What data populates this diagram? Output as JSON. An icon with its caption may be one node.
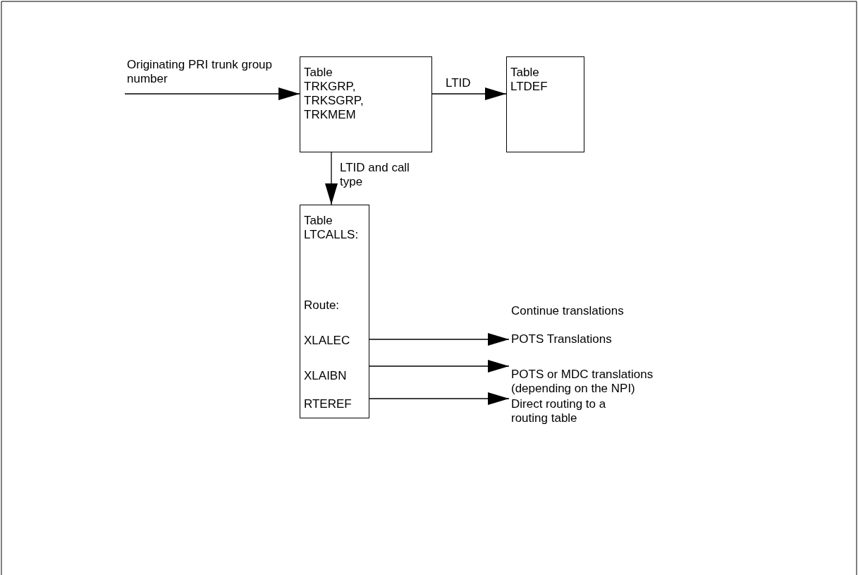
{
  "diagram": {
    "nodes": [
      {
        "text": [
          "Table TRKGRP, TRKSGRP, TRKMEM"
        ]
      },
      {
        "text": [
          "Table LTDEF"
        ]
      },
      {
        "text": [
          "Table LTCALLS:",
          "Route:",
          "XLALEC",
          "XLAIBN",
          "RTEREF"
        ]
      },
      {
        "text": [
          "POTS Translations"
        ]
      },
      {
        "text": [
          "POTS or MDC translations (depending on the NPI)"
        ]
      },
      {
        "text": [
          "Direct routing to a routing table"
        ]
      }
    ],
    "edges": [
      {
        "from": null,
        "to": 0,
        "arrow": "to",
        "label": "Originating PRI trunk group number"
      },
      {
        "from": 0,
        "to": 1,
        "arrow": "to",
        "label": "LTID"
      },
      {
        "from": 0,
        "to": 2,
        "arrow": "to",
        "label": "LTID and call type"
      },
      {
        "from": 2,
        "to": 3,
        "arrow": "to"
      },
      {
        "from": 2,
        "to": 4,
        "arrow": "to"
      },
      {
        "from": 2,
        "to": 5,
        "arrow": "to"
      }
    ],
    "labels": [
      "Continue translations"
    ]
  }
}
